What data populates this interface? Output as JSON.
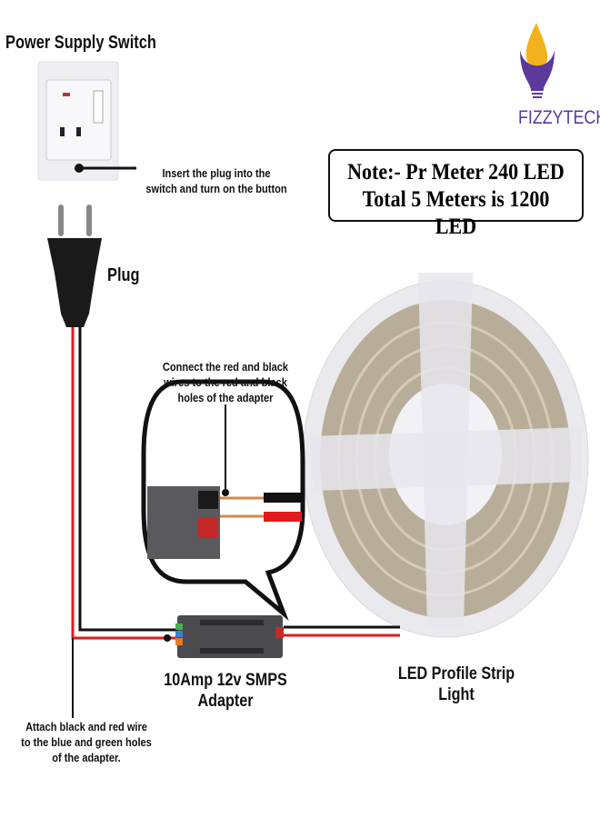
{
  "labels": {
    "power_switch": "Power Supply Switch",
    "insert_instruction": [
      "Insert the plug into the",
      "switch and turn on the button"
    ],
    "plug": "Plug",
    "connect_instruction": [
      "Connect the red and black",
      "wires to the red and black",
      "holes of the adapter"
    ],
    "adapter": [
      "10Amp 12v SMPS",
      "Adapter"
    ],
    "strip": [
      "LED Profile Strip",
      "Light"
    ],
    "attach_instruction": [
      "Attach black and red wire",
      "to the blue and green holes",
      "of the adapter."
    ]
  },
  "note": [
    "Note:- Pr Meter 240 LED",
    "Total 5 Meters is 1200 LED"
  ],
  "logo": {
    "text": "FIZZYTECH",
    "color": "#5b3a9c",
    "flame_color": "#f3b21b"
  },
  "colors": {
    "red_wire": "#e01b1b",
    "black_wire": "#111111"
  }
}
